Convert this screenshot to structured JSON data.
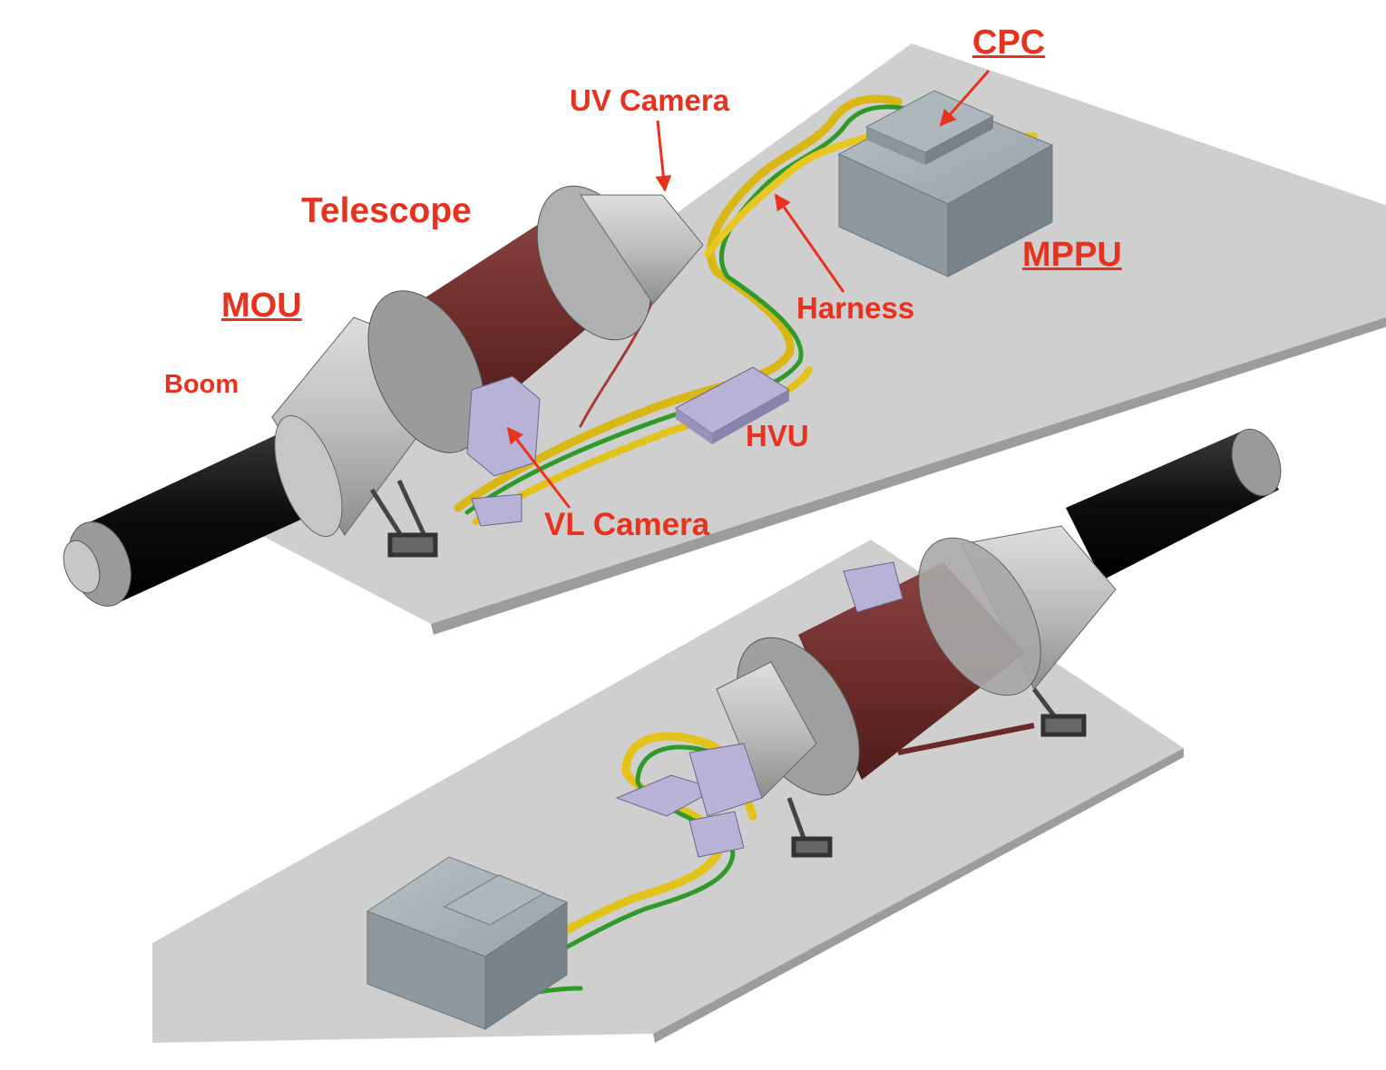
{
  "figure": {
    "labels": {
      "cpc": "CPC",
      "uv_camera": "UV Camera",
      "telescope": "Telescope",
      "mou": "MOU",
      "mppu": "MPPU",
      "harness": "Harness",
      "boom": "Boom",
      "hvu": "HVU",
      "vl_camera": "VL Camera"
    },
    "underlined": [
      "cpc",
      "mou",
      "mppu"
    ],
    "colors": {
      "label": "#e8321e",
      "plate": "#cdcdcd",
      "telescope_body": "#7a3432",
      "boom": "#111111",
      "cone": "#b5b5b5",
      "box": "#8f9aa1",
      "harness_yellow": "#e3c21a",
      "harness_green": "#2f9a2a",
      "bracket": "#b8b3d6"
    }
  }
}
